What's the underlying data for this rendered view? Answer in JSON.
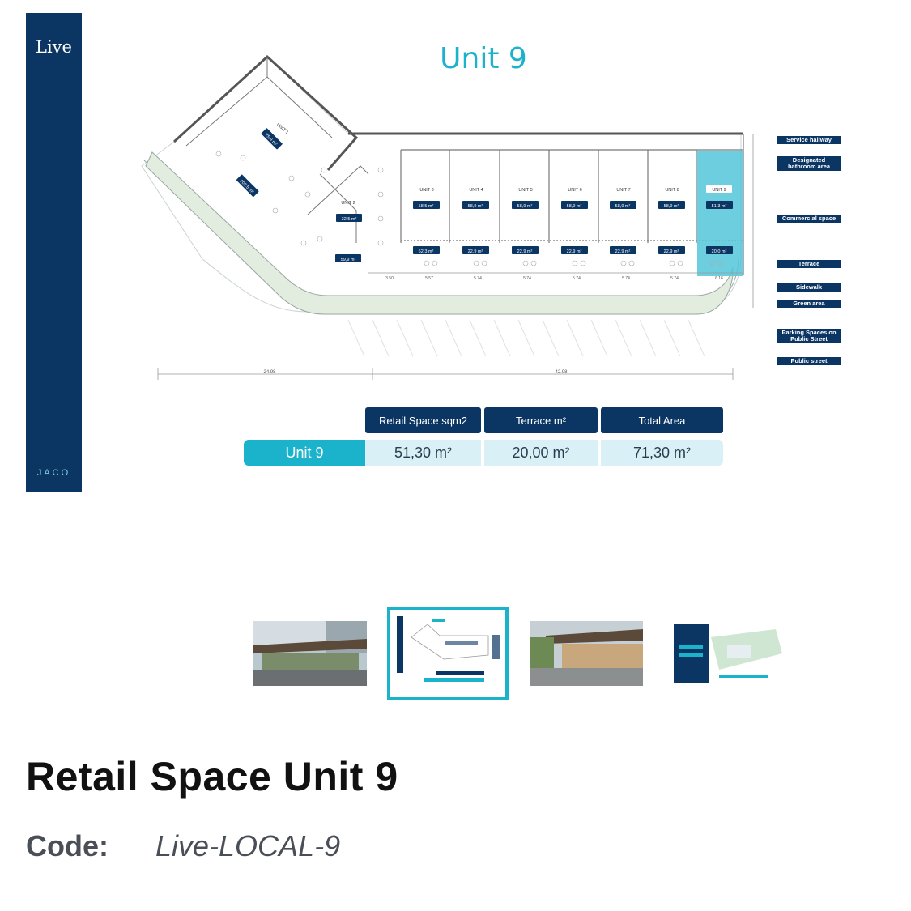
{
  "brand": {
    "logo": "Live",
    "city": "JACO"
  },
  "plan": {
    "title": "Unit 9",
    "units": [
      {
        "name": "UNIT 1",
        "retail": "75,9 m²"
      },
      {
        "name": "",
        "retail": "103,5 m²"
      },
      {
        "name": "UNIT 2",
        "retail": "32,5 m²",
        "terrace": "59,9 m²"
      },
      {
        "name": "UNIT 3",
        "retail": "58,5 m²",
        "terrace": "62,3 m²"
      },
      {
        "name": "UNIT 4",
        "retail": "58,9 m²",
        "terrace": "22,9 m²"
      },
      {
        "name": "UNIT 5",
        "retail": "58,9 m²",
        "terrace": "22,9 m²"
      },
      {
        "name": "UNIT 6",
        "retail": "58,9 m²",
        "terrace": "22,9 m²"
      },
      {
        "name": "UNIT 7",
        "retail": "58,9 m²",
        "terrace": "22,9 m²"
      },
      {
        "name": "UNIT 8",
        "retail": "58,9 m²",
        "terrace": "22,9 m²"
      },
      {
        "name": "UNIT 9",
        "retail": "51,3 m²",
        "terrace": "20,0 m²"
      }
    ],
    "bottom_dims": [
      "3.50",
      "5.57",
      "5.74",
      "5.74",
      "5.74",
      "5.74",
      "5.74",
      "6.16"
    ],
    "overall_dims": [
      "24.98",
      "42.98"
    ],
    "legend": [
      "Service hallway",
      "Designated bathroom area",
      "Commercial space",
      "Terrace",
      "Sidewalk",
      "Green area",
      "Parking Spaces on Public Street",
      "Public street"
    ]
  },
  "summary": {
    "headers": [
      "Retail Space sqm2",
      "Terrace m²",
      "Total Area"
    ],
    "unit": "Unit 9",
    "values": [
      "51,30 m²",
      "20,00 m²",
      "71,30 m²"
    ]
  },
  "product": {
    "title": "Retail Space Unit 9",
    "code_label": "Code:",
    "code_value": "Live-LOCAL-9"
  },
  "colors": {
    "navy": "#0b3563",
    "teal": "#1bb3cc",
    "light_teal": "#d9f1f6"
  }
}
